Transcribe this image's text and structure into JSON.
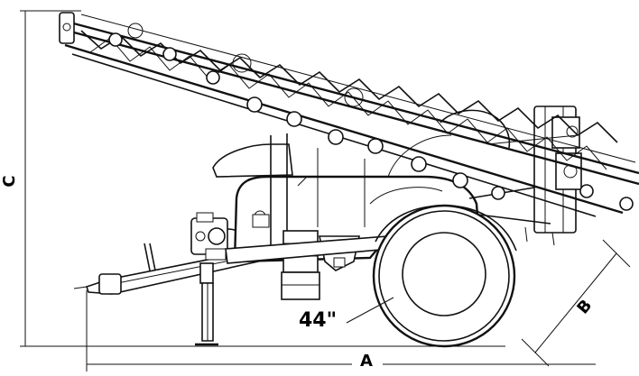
{
  "diagram": {
    "dimension_labels": {
      "height": "C",
      "length": "A",
      "tire_diameter": "B",
      "wheel_size": "44\""
    }
  }
}
